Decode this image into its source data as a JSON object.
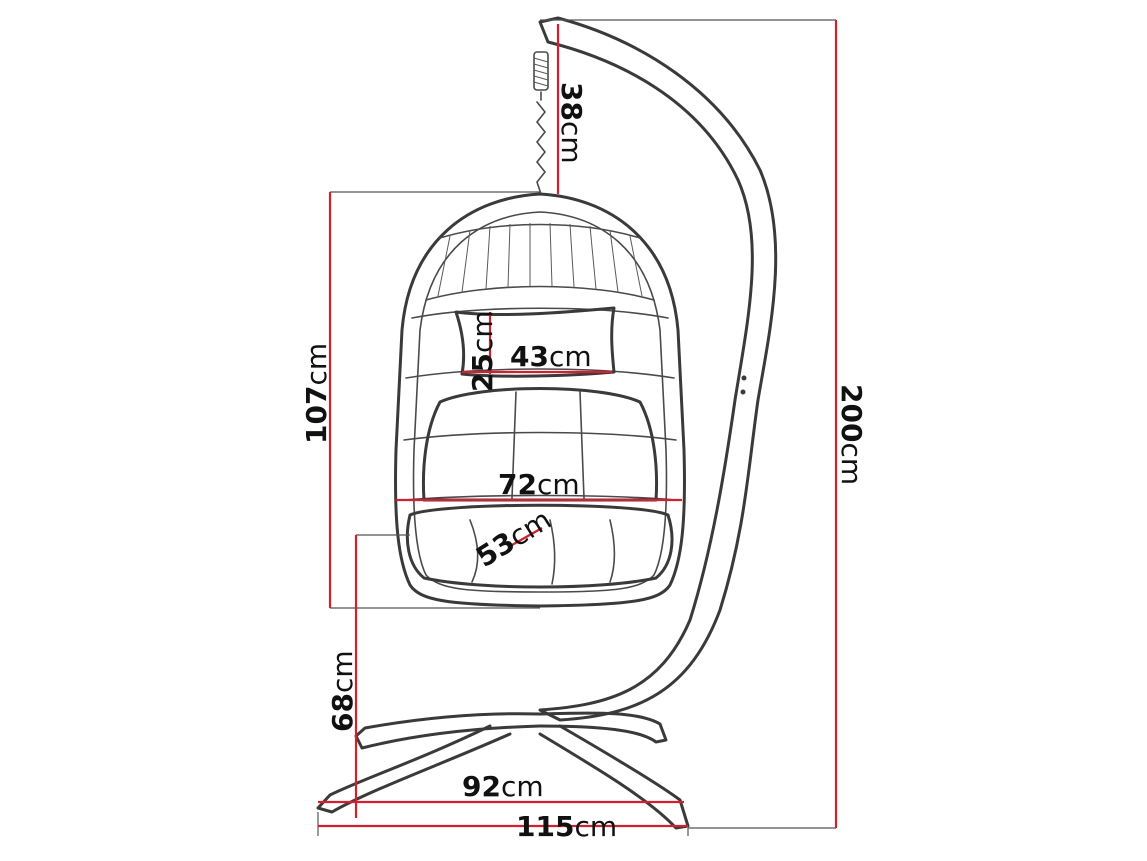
{
  "colors": {
    "dimension_line": "#d2202e",
    "outline": "#3a3a3a",
    "extension_line": "#555555",
    "text": "#111111",
    "background": "#ffffff"
  },
  "dimensions": {
    "chain": {
      "value": "38",
      "unit": "cm"
    },
    "total_height": {
      "value": "200",
      "unit": "cm"
    },
    "basket_height": {
      "value": "107",
      "unit": "cm"
    },
    "seat_height": {
      "value": "68",
      "unit": "cm"
    },
    "basket_width": {
      "value": "72",
      "unit": "cm"
    },
    "seat_depth": {
      "value": "53",
      "unit": "cm"
    },
    "pillow_width": {
      "value": "43",
      "unit": "cm"
    },
    "pillow_height": {
      "value": "25",
      "unit": "cm"
    },
    "base_width": {
      "value": "92",
      "unit": "cm"
    },
    "total_width": {
      "value": "115",
      "unit": "cm"
    }
  }
}
